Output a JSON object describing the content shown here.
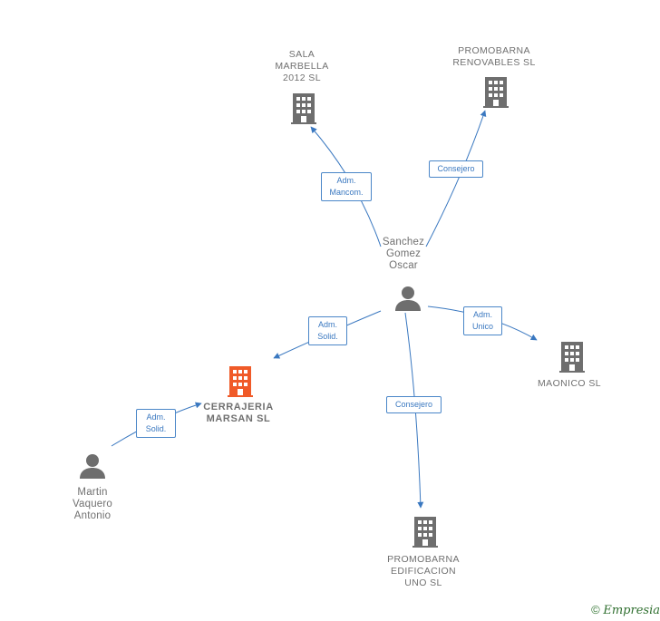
{
  "nodes": {
    "sala_marbella": {
      "label": "SALA\nMARBELLA\n2012 SL",
      "kind": "company"
    },
    "promobarna_renovables": {
      "label": "PROMOBARNA\nRENOVABLES SL",
      "kind": "company"
    },
    "sanchez": {
      "label": "Sanchez\nGomez\nOscar",
      "kind": "person"
    },
    "maonico": {
      "label": "MAONICO SL",
      "kind": "company"
    },
    "cerrajeria": {
      "label": "CERRAJERIA\nMARSAN SL",
      "kind": "company-focus"
    },
    "martin": {
      "label": "Martin\nVaquero\nAntonio",
      "kind": "person"
    },
    "promobarna_edificacion": {
      "label": "PROMOBARNA\nEDIFICACION\nUNO SL",
      "kind": "company"
    }
  },
  "edges": [
    {
      "from": "sanchez",
      "to": "sala_marbella",
      "label": "Adm.\nMancom."
    },
    {
      "from": "sanchez",
      "to": "promobarna_renovables",
      "label": "Consejero"
    },
    {
      "from": "sanchez",
      "to": "cerrajeria",
      "label": "Adm.\nSolid."
    },
    {
      "from": "sanchez",
      "to": "maonico",
      "label": "Adm.\nUnico"
    },
    {
      "from": "sanchez",
      "to": "promobarna_edificacion",
      "label": "Consejero"
    },
    {
      "from": "martin",
      "to": "cerrajeria",
      "label": "Adm.\nSolid."
    }
  ],
  "colors": {
    "edge": "#3a78c0",
    "icon": "#6e6e6e",
    "focus": "#f05a28",
    "text": "#707070"
  },
  "footer": {
    "copyright": "©",
    "brand": "Empresia"
  }
}
